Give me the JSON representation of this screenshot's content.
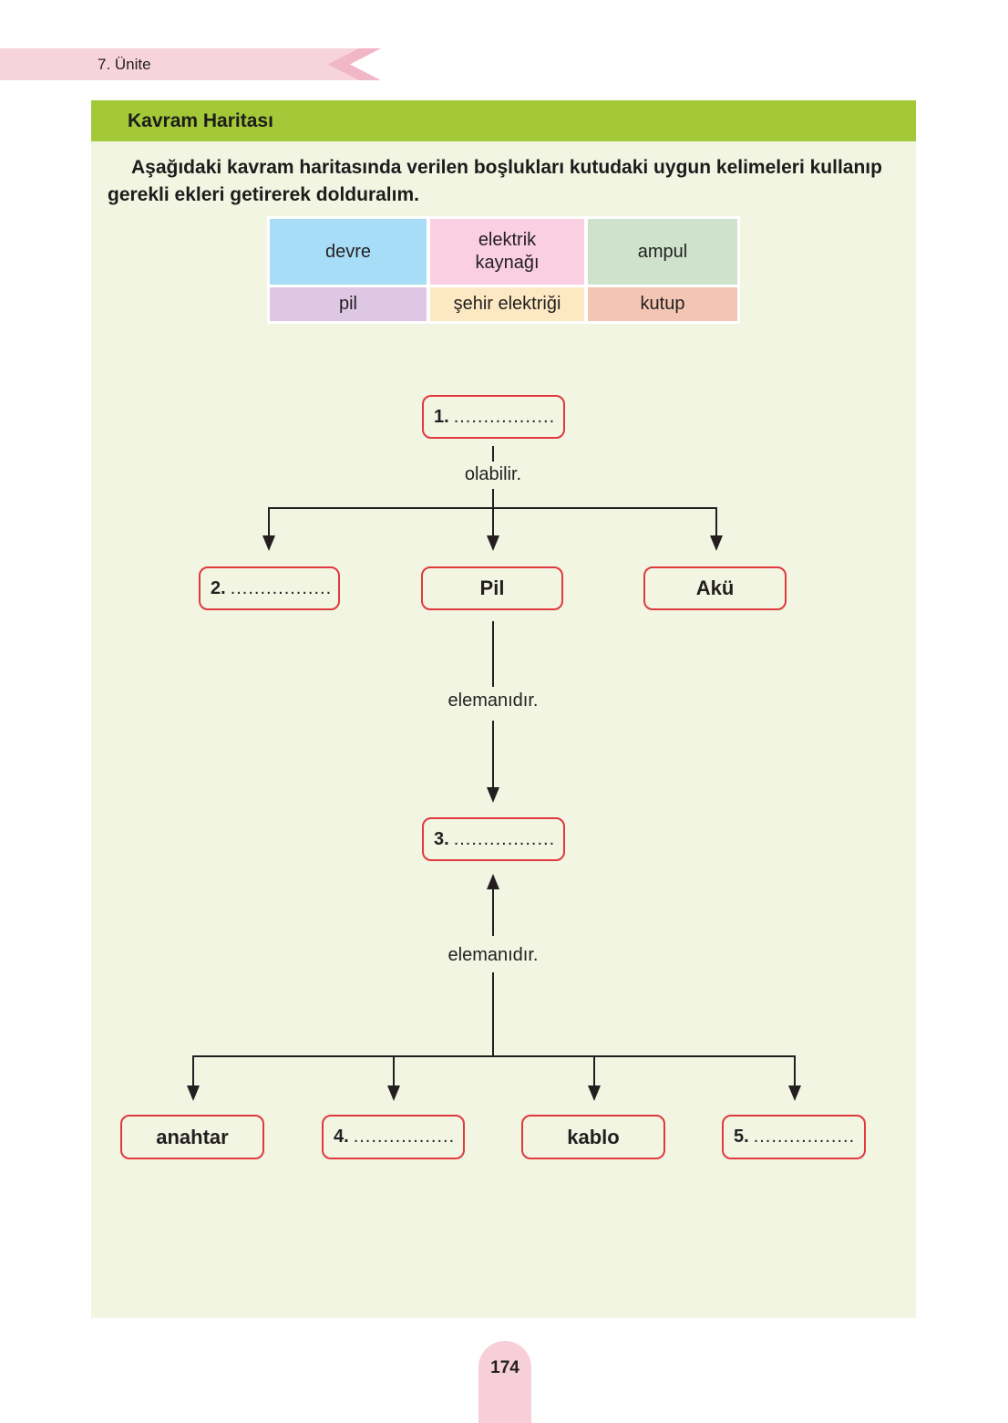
{
  "page": {
    "unit_label": "7. Ünite",
    "page_number": "174"
  },
  "section": {
    "title": "Kavram Haritası",
    "instruction": "Aşağıdaki kavram haritasında verilen boşlukları kutudaki uygun kelimeleri kullanıp gerekli ekleri getirerek dolduralım."
  },
  "word_bank": {
    "cells": [
      {
        "text": "devre",
        "color": "#a8ddf7"
      },
      {
        "text": "elektrik\nkaynağı",
        "color": "#f9cfe1"
      },
      {
        "text": "ampul",
        "color": "#cfe3cc"
      },
      {
        "text": "pil",
        "color": "#ddc7e3"
      },
      {
        "text": "şehir elektriği",
        "color": "#fce9c3"
      },
      {
        "text": "kutup",
        "color": "#f3c5b3"
      }
    ]
  },
  "map": {
    "blank1": {
      "num": "1.",
      "dots": "................."
    },
    "connector_olabilir": "olabilir.",
    "blank2": {
      "num": "2.",
      "dots": "................."
    },
    "battery_label": "Pil",
    "accumulator_label": "Akü",
    "connector_elemanidir_1": "elemanıdır.",
    "blank3": {
      "num": "3.",
      "dots": "................."
    },
    "connector_elemanidir_2": "elemanıdır.",
    "switch_label": "anahtar",
    "blank4": {
      "num": "4.",
      "dots": "................."
    },
    "cable_label": "kablo",
    "blank5": {
      "num": "5.",
      "dots": "................."
    }
  },
  "colors": {
    "ribbon_pink": "#f7d3dd",
    "ribbon_fold_pink": "#f2b7c6",
    "header_green": "#a3c838",
    "panel_bg": "#f1f5e2",
    "box_border_red": "#e0393e",
    "line_black": "#231f20",
    "page_tab_pink": "#f6cfd8"
  }
}
